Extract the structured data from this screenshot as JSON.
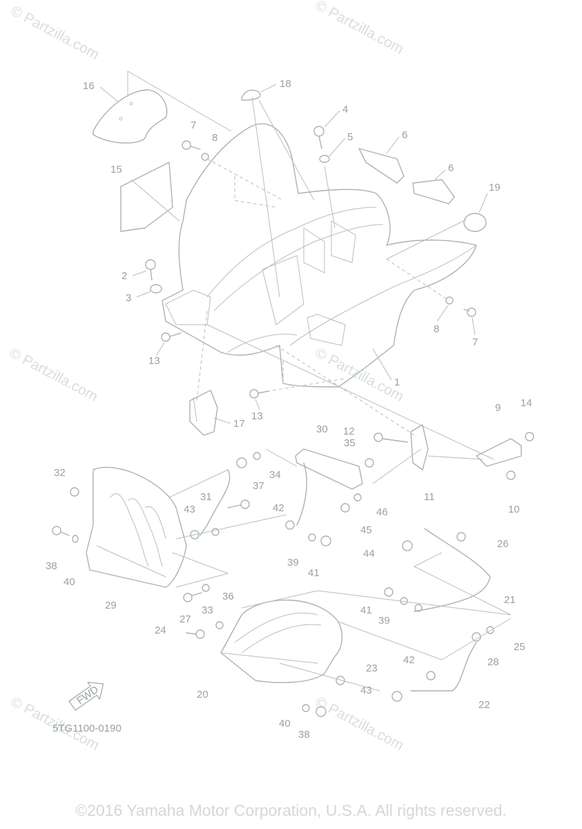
{
  "watermark": "© Partzilla.com",
  "diagram_code": "5TG1100-0190",
  "fwd_label": "FWD",
  "copyright": "©2016 Yamaha Motor Corporation, U.S.A. All rights reserved.",
  "callouts": [
    "1",
    "2",
    "3",
    "4",
    "5",
    "6",
    "6",
    "7",
    "7",
    "8",
    "8",
    "9",
    "10",
    "11",
    "12",
    "13",
    "13",
    "14",
    "15",
    "16",
    "17",
    "18",
    "19",
    "20",
    "21",
    "22",
    "23",
    "24",
    "25",
    "26",
    "27",
    "28",
    "29",
    "30",
    "31",
    "32",
    "33",
    "34",
    "35",
    "36",
    "37",
    "38",
    "38",
    "39",
    "39",
    "40",
    "40",
    "41",
    "41",
    "42",
    "42",
    "43",
    "43",
    "44",
    "45",
    "46"
  ]
}
